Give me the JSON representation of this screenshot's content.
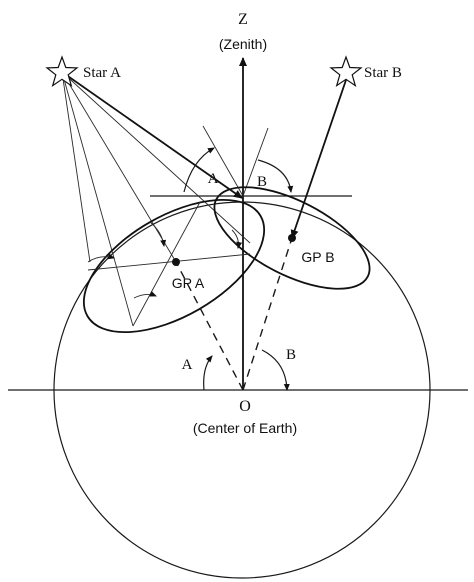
{
  "labels": {
    "zenith_letter": "Z",
    "zenith": "(Zenith)",
    "star_a": "Star A",
    "star_b": "Star B",
    "angle_a_top": "A",
    "angle_b_top": "B",
    "gp_a": "GP A",
    "gp_b": "GP B",
    "angle_a_bottom": "A",
    "angle_b_bottom": "B",
    "center_letter": "O",
    "center": "(Center of Earth)"
  },
  "colors": {
    "ink": "#111111",
    "background": "#ffffff"
  }
}
